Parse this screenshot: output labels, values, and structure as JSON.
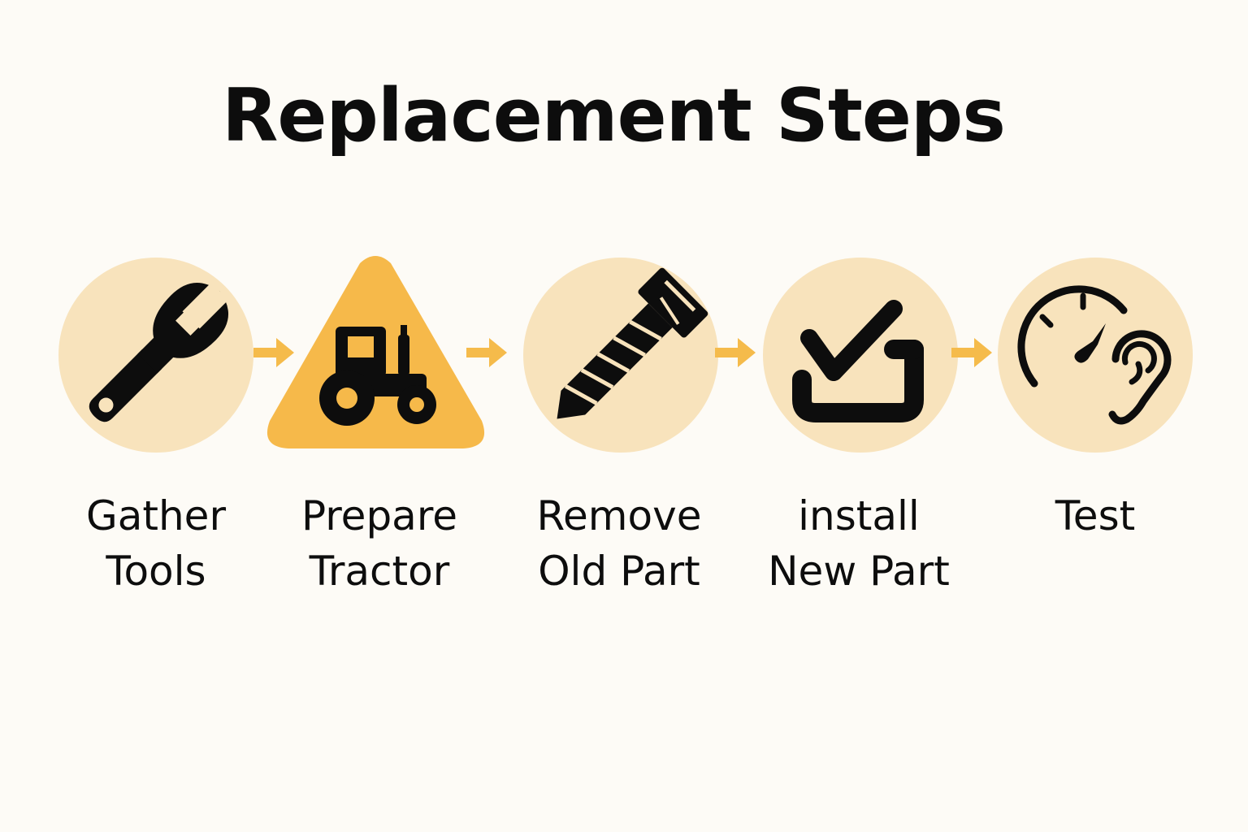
{
  "title": "Replacement Steps",
  "colors": {
    "background": "#fdfbf6",
    "circle": "#f8e3bc",
    "triangle": "#f6b94a",
    "arrow": "#f5bb4b",
    "icon": "#0d0d0d"
  },
  "steps": [
    {
      "icon": "wrench-icon",
      "shape": "circle",
      "lines": [
        "Gather",
        "Tools"
      ]
    },
    {
      "icon": "tractor-icon",
      "shape": "triangle",
      "lines": [
        "Prepare",
        "Tractor"
      ]
    },
    {
      "icon": "bolt-icon",
      "shape": "circle",
      "lines": [
        "Remove",
        "Old Part"
      ]
    },
    {
      "icon": "install-check-icon",
      "shape": "circle",
      "lines": [
        "install",
        "New Part"
      ]
    },
    {
      "icon": "gauge-ear-icon",
      "shape": "circle",
      "lines": [
        "Test"
      ]
    }
  ]
}
